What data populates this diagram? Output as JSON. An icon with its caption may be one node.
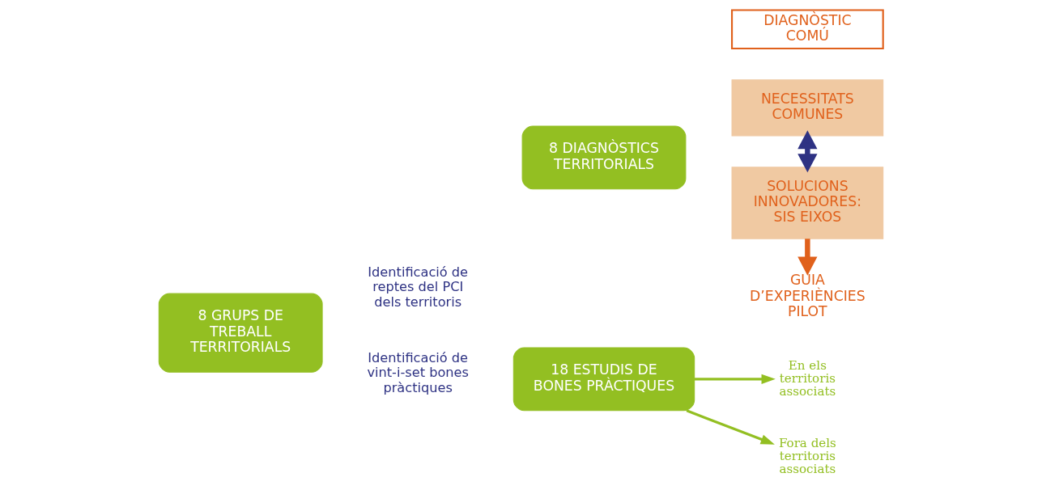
{
  "diagram": {
    "nodes": [
      {
        "text": [
          "8 GRUPS DE TREBALL TERRITORIALS"
        ]
      },
      {
        "text": [
          "8 DIAGNÒSTICS TERRITORIALS"
        ]
      },
      {
        "text": [
          "18 ESTUDIS DE BONES PRÀCTIQUES"
        ]
      },
      {
        "text": [
          "En els territoris associats"
        ]
      },
      {
        "text": [
          "Fora dels territoris associats"
        ]
      },
      {
        "text": [
          "DIAGNÒSTIC COMÚ"
        ]
      },
      {
        "text": [
          "NECESSITATS COMUNES"
        ]
      },
      {
        "text": [
          "SOLUCIONS INNOVADORES: SIS EIXOS"
        ]
      },
      {
        "text": [
          "GUIA D’EXPERIÈNCIES PILOT"
        ]
      }
    ],
    "edges": [
      {
        "from": 2,
        "to": 3,
        "arrow": "to",
        "color": "#93bf22"
      },
      {
        "from": 2,
        "to": 4,
        "arrow": "to",
        "color": "#93bf22"
      },
      {
        "from": 6,
        "to": 7,
        "arrow": "both",
        "style": "thick",
        "color": "#2e3283"
      },
      {
        "from": 7,
        "to": 8,
        "arrow": "to",
        "style": "thick",
        "color": "#e0611c"
      }
    ],
    "labels": [
      "Identificació de reptes del PCI dels territoris",
      "Identificació de vint-i-set bones pràctiques"
    ]
  }
}
